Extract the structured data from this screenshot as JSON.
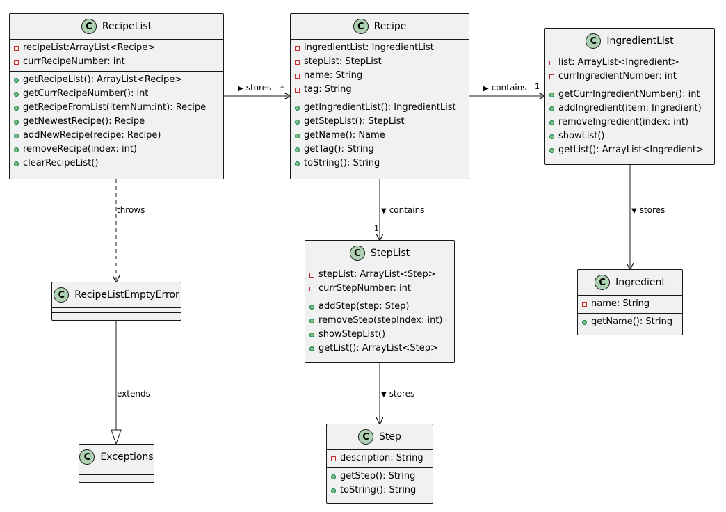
{
  "classes": {
    "recipe_list": {
      "name": "RecipeList",
      "badge": "C",
      "fields": [
        "recipeList:ArrayList<Recipe>",
        "currRecipeNumber: int"
      ],
      "methods": [
        "getRecipeList(): ArrayList<Recipe>",
        "getCurrRecipeNumber(): int",
        "getRecipeFromList(itemNum:int): Recipe",
        "getNewestRecipe(): Recipe",
        "addNewRecipe(recipe: Recipe)",
        "removeRecipe(index: int)",
        "clearRecipeList()"
      ]
    },
    "recipe": {
      "name": "Recipe",
      "badge": "C",
      "fields": [
        "ingredientList: IngredientList",
        "stepList: StepList",
        "name: String",
        "tag: String"
      ],
      "methods": [
        "getIngredientList(): IngredientList",
        "getStepList(): StepList",
        "getName(): Name",
        "getTag(): String",
        "toString(): String"
      ]
    },
    "ingredient_list": {
      "name": "IngredientList",
      "badge": "C",
      "fields": [
        "list: ArrayList<Ingredient>",
        "currIngredientNumber: int"
      ],
      "methods": [
        "getCurrIngredientNumber(): int",
        "addIngredient(item: Ingredient)",
        "removeIngredient(index: int)",
        "showList()",
        "getList(): ArrayList<Ingredient>"
      ]
    },
    "step_list": {
      "name": "StepList",
      "badge": "C",
      "fields": [
        "stepList: ArrayList<Step>",
        "currStepNumber: int"
      ],
      "methods": [
        "addStep(step: Step)",
        "removeStep(stepIndex: int)",
        "showStepList()",
        "getList(): ArrayList<Step>"
      ]
    },
    "ingredient": {
      "name": "Ingredient",
      "badge": "C",
      "fields": [
        "name: String"
      ],
      "methods": [
        "getName(): String"
      ]
    },
    "step": {
      "name": "Step",
      "badge": "C",
      "fields": [
        "description: String"
      ],
      "methods": [
        "getStep(): String",
        "toString(): String"
      ]
    },
    "recipe_list_empty_error": {
      "name": "RecipeListEmptyError",
      "badge": "C",
      "fields": [],
      "methods": []
    },
    "exceptions": {
      "name": "Exceptions",
      "badge": "C",
      "fields": [],
      "methods": []
    }
  },
  "relations": {
    "stores_recipe": {
      "label": "stores",
      "multiplicity": "*",
      "direction_glyph": "▶"
    },
    "contains_ingredient_list": {
      "label": "contains",
      "multiplicity": "1",
      "direction_glyph": "▶"
    },
    "contains_step_list": {
      "label": "contains",
      "multiplicity": "1",
      "direction_glyph": "▼"
    },
    "stores_ingredient": {
      "label": "stores",
      "direction_glyph": "▼"
    },
    "stores_step": {
      "label": "stores",
      "direction_glyph": "▼"
    },
    "throws": {
      "label": "throws"
    },
    "extends": {
      "label": "extends"
    }
  },
  "colors": {
    "box_fill": "#f1f1f1",
    "border": "#181818",
    "class_badge": "#add1b2",
    "private_marker": "#c82930",
    "public_marker": "#84be84"
  }
}
